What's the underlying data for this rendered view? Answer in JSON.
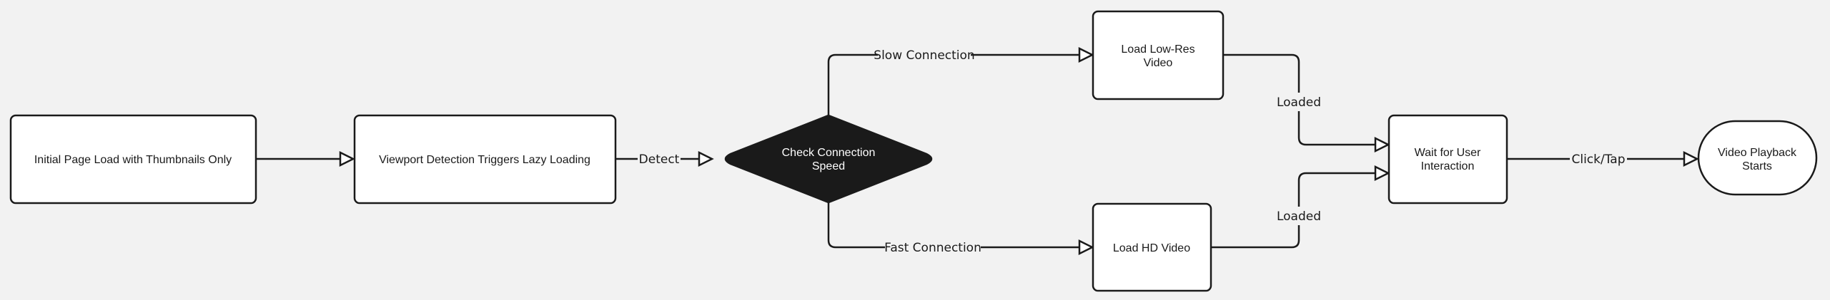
{
  "colors": {
    "background": "#f2f2f2",
    "node_fill": "#ffffff",
    "decision_fill": "#1a1a1a",
    "stroke": "#1a1a1a"
  },
  "nodes": {
    "initial_load": "Initial Page Load with Thumbnails Only",
    "viewport_detect": "Viewport Detection Triggers Lazy Loading",
    "check_speed": {
      "line1": "Check Connection",
      "line2": "Speed"
    },
    "low_res": {
      "line1": "Load Low-Res",
      "line2": "Video"
    },
    "hd": "Load HD Video",
    "wait": {
      "line1": "Wait for User",
      "line2": "Interaction"
    },
    "playback": {
      "line1": "Video Playback",
      "line2": "Starts"
    }
  },
  "edges": {
    "detect": "Detect",
    "slow": "Slow Connection",
    "fast": "Fast Connection",
    "loaded_low": "Loaded",
    "loaded_hd": "Loaded",
    "click": "Click/Tap"
  }
}
